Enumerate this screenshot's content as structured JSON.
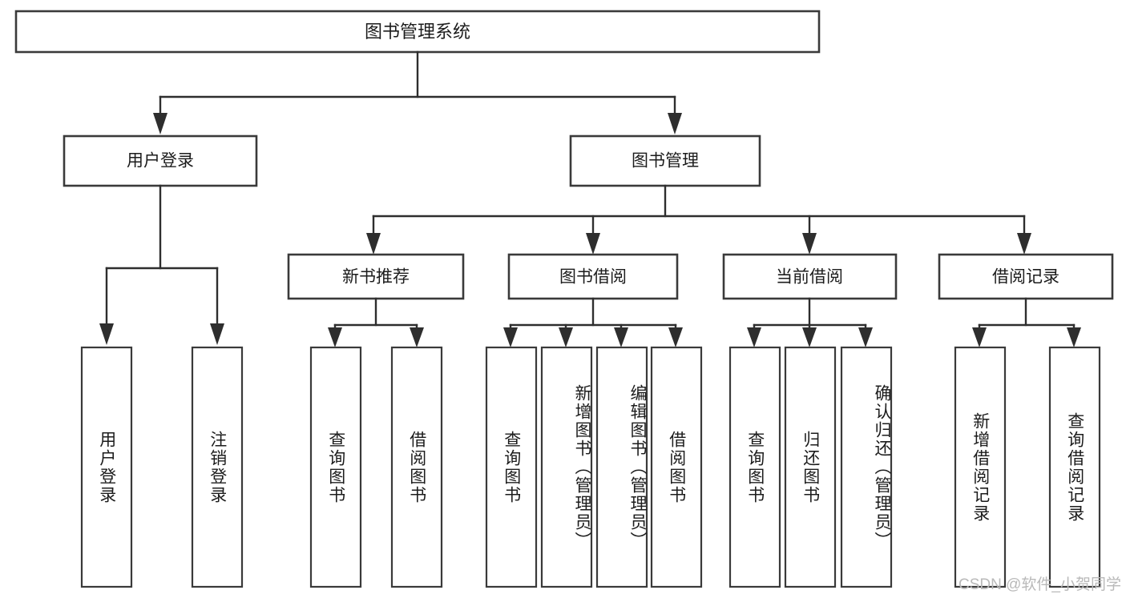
{
  "diagram": {
    "title_node": {
      "label": "图书管理系统"
    },
    "level2": [
      {
        "label": "用户登录"
      },
      {
        "label": "图书管理"
      }
    ],
    "level3": [
      {
        "label": "新书推荐"
      },
      {
        "label": "图书借阅"
      },
      {
        "label": "当前借阅"
      },
      {
        "label": "借阅记录"
      }
    ],
    "leaves": [
      {
        "label": "用户登录"
      },
      {
        "label": "注销登录"
      },
      {
        "label": "查询图书"
      },
      {
        "label": "借阅图书"
      },
      {
        "label": "查询图书"
      },
      {
        "label": "新增图书（管理员）"
      },
      {
        "label": "编辑图书（管理员）"
      },
      {
        "label": "借阅图书"
      },
      {
        "label": "查询图书"
      },
      {
        "label": "归还图书"
      },
      {
        "label": "确认归还（管理员）"
      },
      {
        "label": "新增借阅记录"
      },
      {
        "label": "查询借阅记录"
      }
    ],
    "watermark": "CSDN @软件_小贺同学",
    "colors": {
      "box_stroke": "#3a3a3a",
      "connector": "#2e2e2e",
      "text": "#1c1c1c",
      "background": "#ffffff",
      "watermark": "#b9b9b9"
    }
  }
}
